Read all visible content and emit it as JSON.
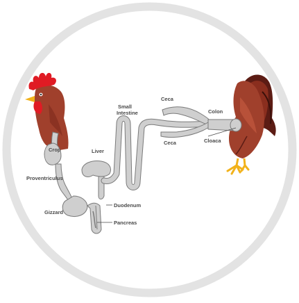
{
  "colors": {
    "frame_ring": "#e3e3e3",
    "tract_fill": "#cfcfcf",
    "tract_stroke": "#7a7a7a",
    "label_text": "#4a4a4a",
    "comb_red": "#e01b24",
    "body_brown": "#a0402c",
    "body_dark": "#5c1c14",
    "beak_feet": "#f2b21a"
  },
  "icons": [
    "rooster-head-icon",
    "rooster-body-icon"
  ],
  "labels": {
    "crop": "Crop",
    "proventriculus": "Proventriculus",
    "gizzard": "Gizzard",
    "liver": "Liver",
    "duodenum": "Duodenum",
    "pancreas": "Pancreas",
    "small_intestine_line1": "Small",
    "small_intestine_line2": "Intestine",
    "ceca_top": "Ceca",
    "ceca_bottom": "Ceca",
    "colon": "Colon",
    "cloaca": "Cloaca"
  }
}
